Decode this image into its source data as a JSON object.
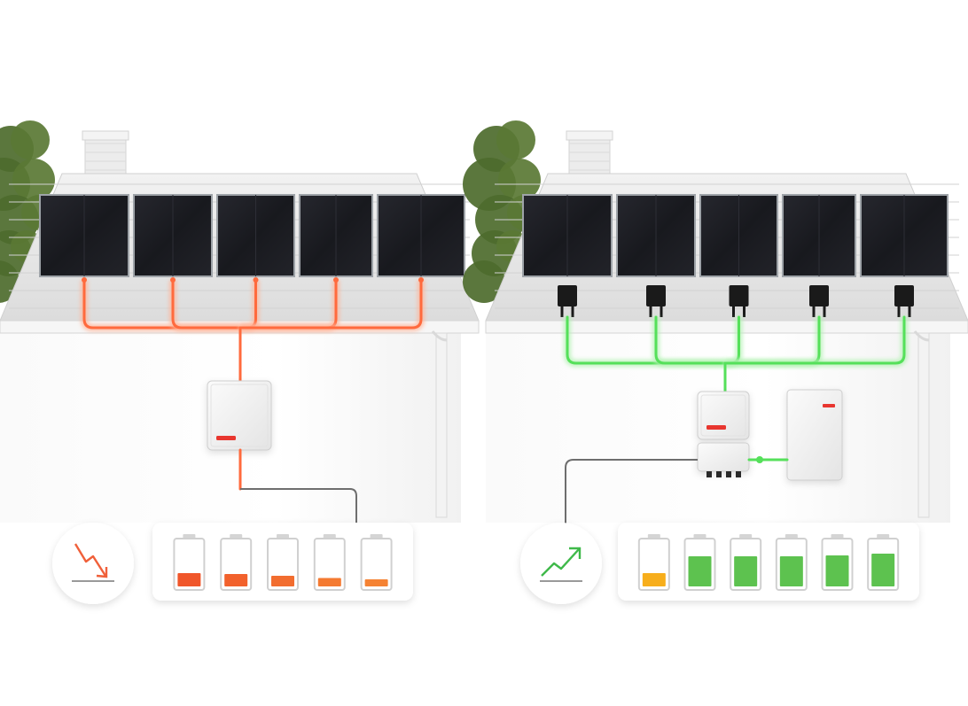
{
  "scenes": [
    {
      "id": "string-inverter-system",
      "panel_count": 5,
      "wire_color": "#ff6a3d",
      "wire_glow": "#ffb59a",
      "trend": "down",
      "trend_icon": "trend-down-arrow-icon",
      "trend_color": "#f0603a",
      "batteries": [
        {
          "level": 0.3,
          "color": "#f0562a"
        },
        {
          "level": 0.28,
          "color": "#f2612c"
        },
        {
          "level": 0.24,
          "color": "#f26d2f"
        },
        {
          "level": 0.19,
          "color": "#f47a31"
        },
        {
          "level": 0.16,
          "color": "#f58233"
        }
      ],
      "has_storage_battery": false
    },
    {
      "id": "power-optimizer-system",
      "panel_count": 5,
      "wire_color": "#55e05a",
      "wire_glow": "#b4f2b4",
      "trend": "up",
      "trend_icon": "trend-up-arrow-icon",
      "trend_color": "#3fb94a",
      "batteries": [
        {
          "level": 0.3,
          "color": "#f7ae1c"
        },
        {
          "level": 0.68,
          "color": "#5dc24f"
        },
        {
          "level": 0.68,
          "color": "#5dc24f"
        },
        {
          "level": 0.68,
          "color": "#5dc24f"
        },
        {
          "level": 0.7,
          "color": "#5dc24f"
        },
        {
          "level": 0.74,
          "color": "#5dc24f"
        }
      ],
      "has_storage_battery": true
    }
  ],
  "colors": {
    "panel": "#1b1c22",
    "panel_frame": "#9ea3a8",
    "roof": "#e6e6e6",
    "wall": "#ffffff",
    "inverter": "#f2f2f2",
    "brand_red": "#e8362f",
    "tree": "#4d6b2c"
  }
}
